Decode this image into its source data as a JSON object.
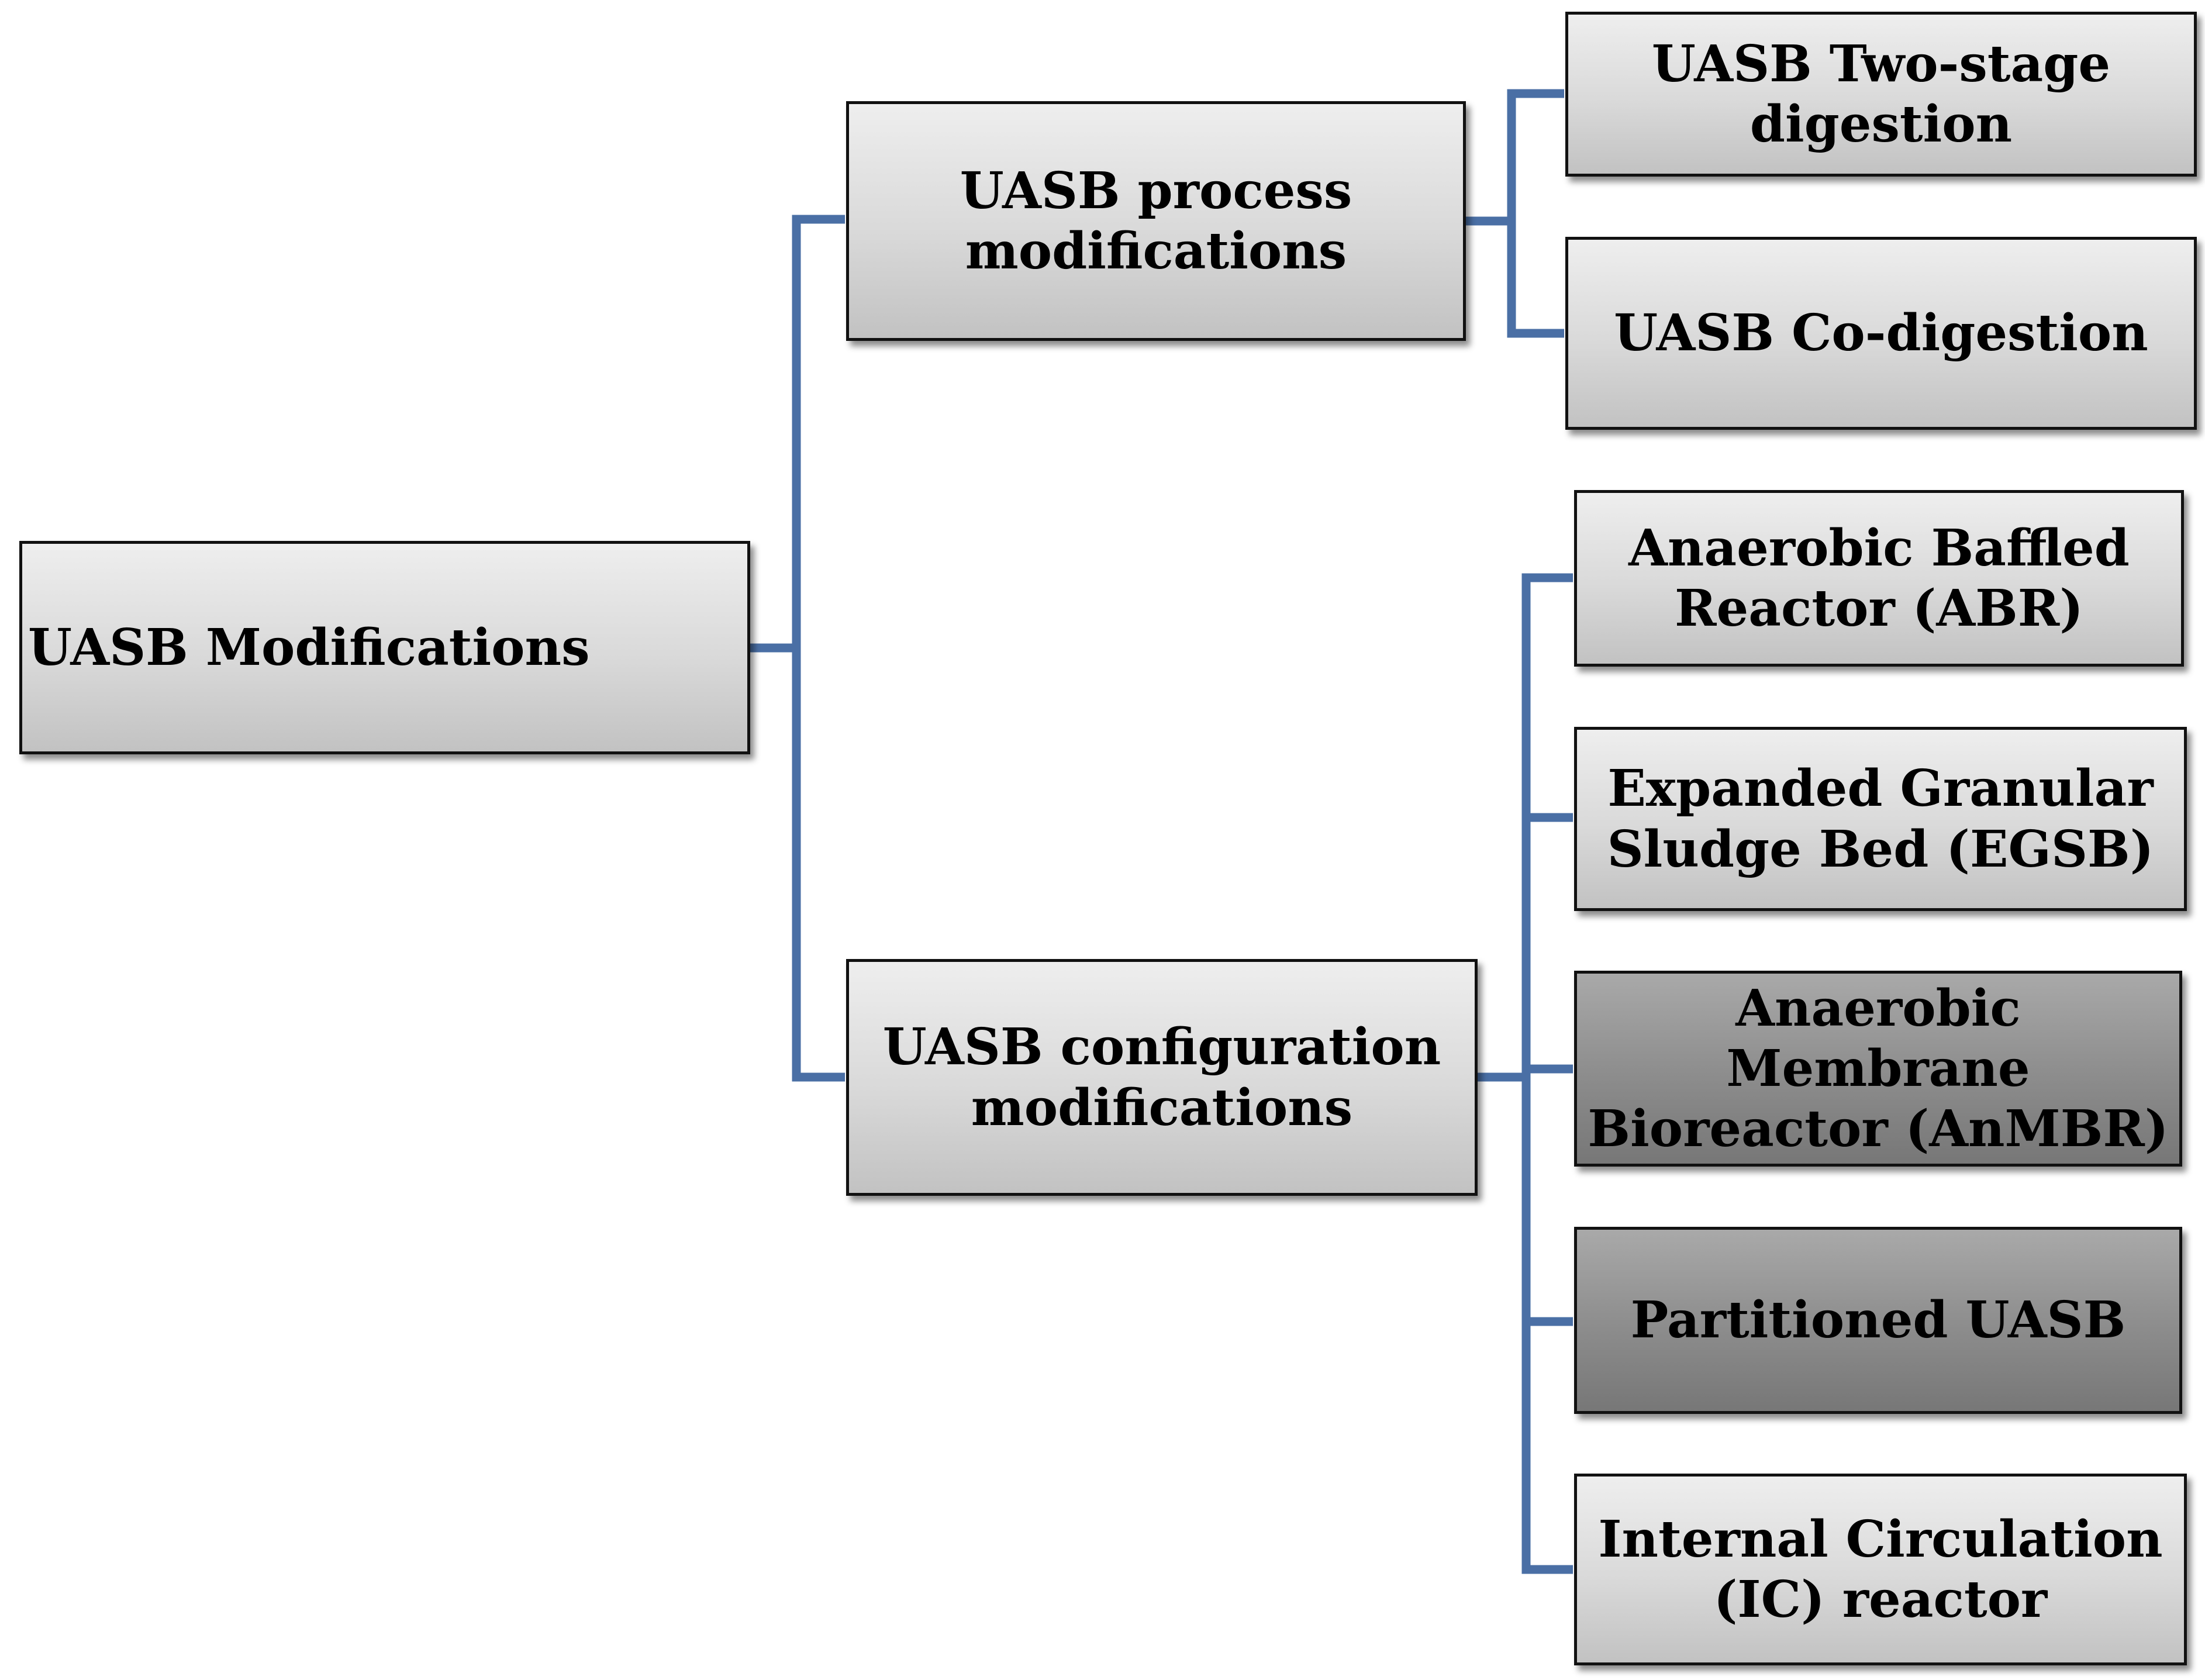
{
  "diagram": {
    "root": {
      "label": "UASB Modifications"
    },
    "branches": [
      {
        "label": "UASB process\nmodifications",
        "children": [
          {
            "label": "UASB Two-stage\ndigestion"
          },
          {
            "label": "UASB Co-digestion"
          }
        ]
      },
      {
        "label": "UASB configuration\nmodifications",
        "children": [
          {
            "label": "Anaerobic Baffled\nReactor (ABR)"
          },
          {
            "label": "Expanded Granular\nSludge Bed (EGSB)"
          },
          {
            "label": "Anaerobic Membrane\nBioreactor (AnMBR)"
          },
          {
            "label": "Partitioned UASB"
          },
          {
            "label": "Internal Circulation\n(IC) reactor"
          }
        ]
      }
    ],
    "colors": {
      "connector": "#4a6fa5",
      "light_box_top": "#eeeeee",
      "light_box_bottom": "#c2c2c2",
      "dark_box_top": "#a9a9a9",
      "dark_box_bottom": "#777777",
      "border": "#111111",
      "text": "#000000"
    }
  }
}
